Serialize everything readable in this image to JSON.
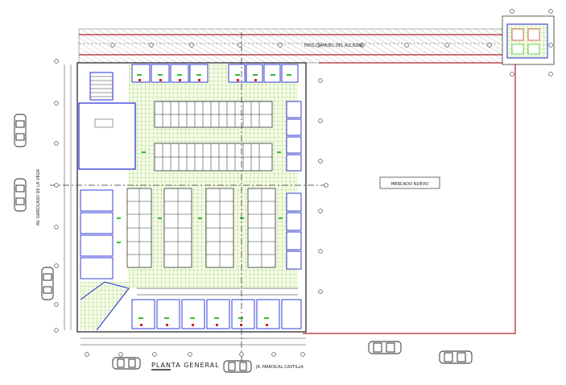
{
  "labels": {
    "street_top": "PROL. SAMUEL DEL ALCAZAR",
    "street_left": "AV. GARCILASO DE LA VEGA",
    "street_bottom": "JR. MARISCAL CASTILLA",
    "market_box": "MERCADO NUEVO",
    "plan_title": "PLANTA GENERAL"
  },
  "colors": {
    "line": "#1a1a1a",
    "wall_blue": "#1f2bd6",
    "dim_red": "#b0202a",
    "hatch_green": "#7fbf3f",
    "stall_green": "#2fbf2f",
    "text": "#222222"
  },
  "icons": [
    "car-icon",
    "stair-icon",
    "column-marker-icon"
  ]
}
